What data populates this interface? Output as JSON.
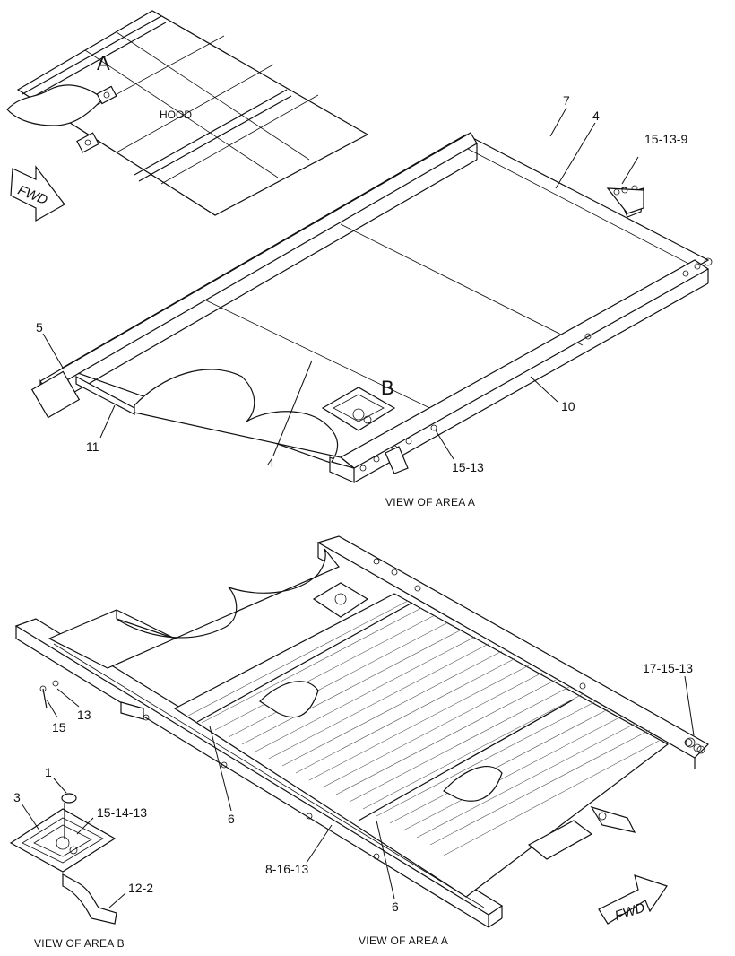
{
  "overview": {
    "area_label_a": "A",
    "hood_label": "HOOD",
    "fwd_label": "FWD"
  },
  "view_top": {
    "caption": "VIEW OF AREA  A",
    "area_label_b": "B",
    "callouts": {
      "c7": "7",
      "c4_top": "4",
      "c15_13_9": "15-13-9",
      "c5": "5",
      "c11": "11",
      "c4_bottom": "4",
      "c10": "10",
      "c15_13": "15-13"
    }
  },
  "view_bottom": {
    "caption": "VIEW OF AREA  A",
    "fwd_label": "FWD",
    "callouts": {
      "c17_15_13": "17-15-13",
      "c15": "15",
      "c13": "13",
      "c6_left": "6",
      "c6_right": "6",
      "c8_16_13": "8-16-13"
    }
  },
  "view_b": {
    "caption": "VIEW OF AREA B",
    "callouts": {
      "c1": "1",
      "c3": "3",
      "c15_14_13": "15-14-13",
      "c12_2": "12-2"
    }
  }
}
